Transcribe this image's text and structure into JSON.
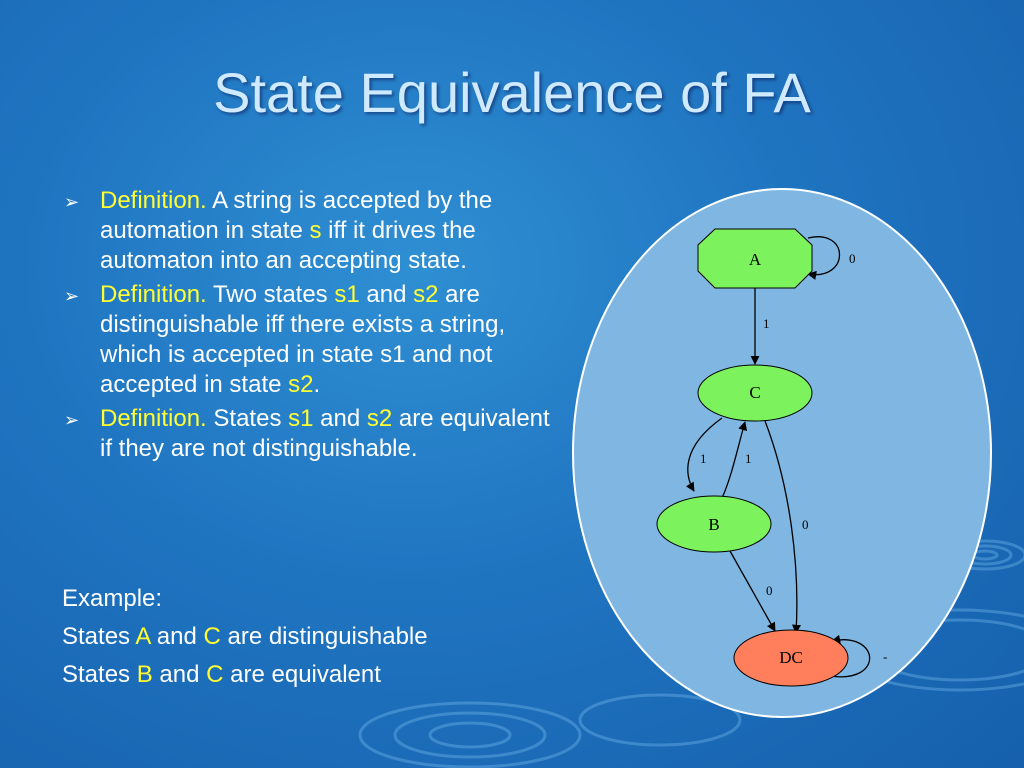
{
  "slide": {
    "title": "State Equivalence of FA"
  },
  "bullets": [
    {
      "label": "Definition.",
      "parts": [
        "A string is accepted by the automation in state ",
        "s",
        " iff it drives the automaton into an accepting state."
      ]
    },
    {
      "label": "Definition.",
      "parts": [
        "Two states ",
        "s1",
        " and ",
        "s2",
        " are distinguishable iff there exists a string, which is accepted in state s1 and not accepted in state ",
        "s2",
        "."
      ]
    },
    {
      "label": "Definition.",
      "parts": [
        "States ",
        "s1",
        " and ",
        "s2",
        " are equivalent if they are not distinguishable."
      ]
    }
  ],
  "example": {
    "heading": "Example:",
    "line1": [
      "States ",
      "A",
      " and ",
      "C",
      " are distinguishable"
    ],
    "line2": [
      "States ",
      "B",
      " and ",
      "C",
      " are equivalent"
    ]
  },
  "diagram": {
    "states": {
      "A": "A",
      "C": "C",
      "B": "B",
      "DC": "DC"
    },
    "edges": {
      "A_self": "0",
      "A_C": "1",
      "C_B": "1",
      "B_C": "1",
      "C_DC": "0",
      "B_DC": "0",
      "DC_self": "-"
    },
    "colors": {
      "state_fill": "#7cf35c",
      "dead_fill": "#ff7f5c",
      "panel": "#7fb7e2"
    }
  }
}
